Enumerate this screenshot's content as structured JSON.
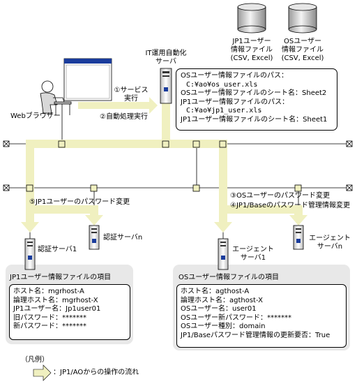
{
  "db_icons": [
    {
      "label": [
        "JP1ユーザー",
        "情報ファイル",
        "(CSV, Excel)"
      ]
    },
    {
      "label": [
        "OSユーザー",
        "情報ファイル",
        "(CSV, Excel)"
      ]
    }
  ],
  "web_browser": {
    "label": "Webブラウザー"
  },
  "automation_server": {
    "label": [
      "IT運用自動化",
      "サーバ"
    ]
  },
  "steps": {
    "s1": [
      "①サービス",
      "実行"
    ],
    "s2": "②自動処理実行",
    "s3": "③OSユーザーのパスワード変更",
    "s4": "④JP1/Baseのパスワード管理情報変更",
    "s5": "⑤JP1ユーザーのパスワード変更"
  },
  "path_box": [
    "OSユーザー情報ファイルのパス：",
    "C:¥ao¥os_user.xls",
    "OSユーザー情報ファイルのシート名：Sheet2",
    "JP1ユーザー情報ファイルのパス：",
    "C:¥ao¥jp1_user.xls",
    "JP1ユーザー情報ファイルのシート名：Sheet1"
  ],
  "servers": {
    "auth1": "認証サーバ1",
    "authn": "認証サーバn",
    "agent1": [
      "エージェント",
      "サーバ1"
    ],
    "agentn": [
      "エージェント",
      "サーバn"
    ]
  },
  "jp1_panel": {
    "title": "JP1ユーザー情報ファイルの項目",
    "items": [
      "ホスト名：mgrhost-A",
      "論理ホスト名：mgrhost-X",
      "JP1ユーザー名：Jp1user01",
      "旧パスワード：*******",
      "新パスワード：*******"
    ]
  },
  "os_panel": {
    "title": "OSユーザー情報ファイルの項目",
    "items": [
      "ホスト名：agthost-A",
      "論理ホスト名：agthost-X",
      "OSユーザー名：user01",
      "OSユーザー新パスワード：*******",
      "OSユーザー種別：domain",
      "JP1/Baseパスワード管理情報の更新要否：True"
    ]
  },
  "legend": {
    "title": "（凡例）",
    "arrow_label": "：JP1/AOからの操作の流れ"
  },
  "colors": {
    "flow_arrow": "#f0f0c0",
    "panel_bg": "#e8e8e8",
    "node_fill": "#f0f0c0"
  }
}
